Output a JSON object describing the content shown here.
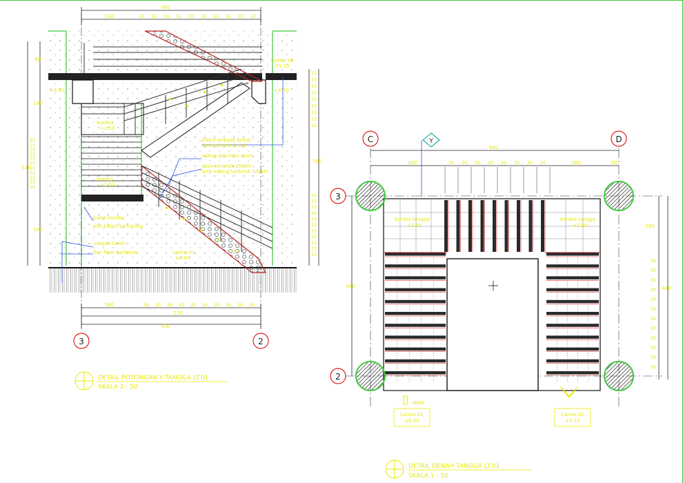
{
  "section": {
    "top_total": "460",
    "top_left": "160",
    "top_steps": [
      "30",
      "30",
      "30",
      "30",
      "30",
      "30",
      "30",
      "30",
      "30",
      "30"
    ],
    "bottom_left": "160",
    "bottom_steps": [
      "30",
      "30",
      "30",
      "30",
      "30",
      "30",
      "30",
      "30",
      "30",
      "30"
    ],
    "bottom_sub": "270",
    "bottom_total": "430",
    "left_top": "60",
    "left_mid": "165",
    "left_main": "510",
    "left_low": "165",
    "right_dim": "165",
    "right_top_steps": [
      "15",
      "15",
      "15",
      "15",
      "15",
      "15",
      "15",
      "15",
      "15"
    ],
    "right_low_steps": [
      "15",
      "15",
      "15",
      "15",
      "15",
      "15",
      "15",
      "15",
      "15",
      "15",
      "15"
    ],
    "left_steps": [
      "15",
      "15",
      "15",
      "15",
      "15",
      "15",
      "15",
      "15",
      "15",
      "15",
      "15"
    ],
    "labels": {
      "level_top_right": "Lantai 02\n+5.10",
      "level_top_left": "+4.00",
      "level_top_right2": "+4.00",
      "bordes_mid": "bordes\n+2.50",
      "bordes_low": "bordes\n+1.50",
      "lantai_01": "Lantai 01\n±0.00",
      "plafon": "plafon expose beton\ndicompound & cat",
      "railing": "railing stainless steel",
      "keramik": "anak keramik 20x60\nstep nosing keramik 10x60",
      "balok": "balok bordes",
      "plat": "plat beton bertulang",
      "urugan": "urugan tanah",
      "pasir": "flor. floor hardener"
    },
    "grid_left": "3",
    "grid_right": "2",
    "title": "DETAIL POTONGAN Y TANGGA LT.01",
    "scale": "SKALA 1 : 50"
  },
  "plan": {
    "grid_c": "C",
    "grid_d": "D",
    "grid_3": "3",
    "grid_2": "2",
    "section_marker": "Y",
    "top_total": "440",
    "top_left": "160",
    "top_steps": [
      "30",
      "30",
      "30",
      "30",
      "30",
      "30",
      "30",
      "30"
    ],
    "top_right": "160",
    "top_end": "30",
    "left_dim": "460",
    "right_dim_top": "160",
    "right_total": "440",
    "right_steps": [
      "30",
      "30",
      "30",
      "30",
      "30",
      "30",
      "30",
      "30",
      "30",
      "30",
      "30",
      "30"
    ],
    "bordes_left": "bordes tangga\n+2.50",
    "bordes_right": "bordes tangga\n+2.50",
    "naik": "NAIK",
    "lantai_01": "Lantai 01\n±0.00",
    "lantai_02": "Lantai 02\n+5.10",
    "title": "DETAIL DENAH TANGGA LT.01",
    "scale": "SKALA 1 : 50"
  },
  "colors": {
    "green": "#3cc83c",
    "yellow": "#e8e800",
    "red": "#e02020",
    "ink": "#1a1a1a"
  }
}
